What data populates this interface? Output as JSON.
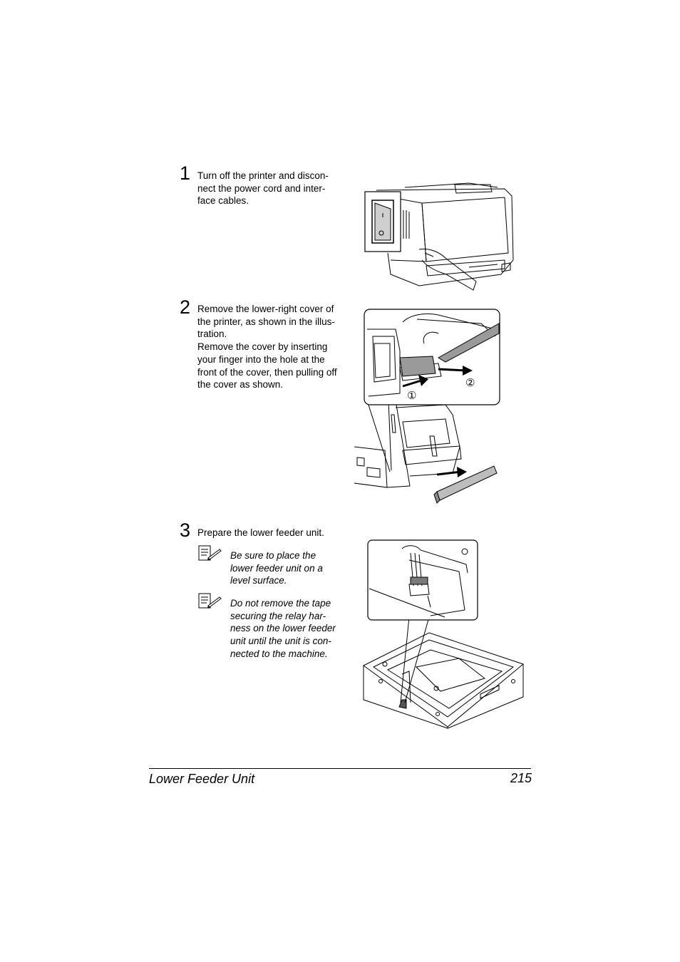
{
  "steps": [
    {
      "number": "1",
      "lines": [
        "Turn off the printer and discon-",
        "nect the power cord and inter-",
        "face cables."
      ]
    },
    {
      "number": "2",
      "lines": [
        "Remove the lower-right cover of",
        "the printer, as shown in the illus-",
        "tration.",
        "Remove the cover by inserting",
        "your finger into the hole at the",
        "front of the cover, then pulling off",
        "the cover as shown."
      ]
    },
    {
      "number": "3",
      "lines": [
        "Prepare the lower feeder unit."
      ]
    }
  ],
  "notes": [
    {
      "lines": [
        "Be sure to place the",
        "lower feeder unit on a",
        "level surface."
      ]
    },
    {
      "lines": [
        "Do not remove the tape",
        "securing the relay har-",
        "ness on the lower feeder",
        "unit until the unit is con-",
        "nected to the machine."
      ]
    }
  ],
  "callouts": {
    "one": "①",
    "two": "②"
  },
  "footer": {
    "title": "Lower Feeder Unit",
    "page": "215"
  }
}
